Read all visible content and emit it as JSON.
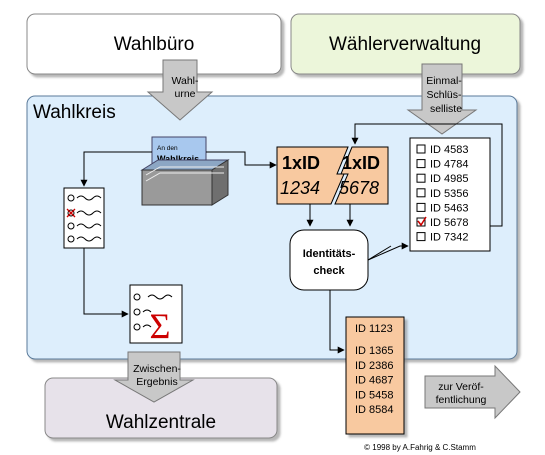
{
  "colors": {
    "wahlkreis_bg": "#ddeefc",
    "waehlerverwaltung_bg": "#ecf6da",
    "wahlzentrale_bg": "#e7e2ea",
    "id_box_bg": "#f8c9a0",
    "list_bg": "#ffffff",
    "checkmark_accent": "#cc0000",
    "arrow_fill": "#c8c8c8"
  },
  "boxes": {
    "wahlbuero": "Wahlbüro",
    "waehlerverwaltung": "Wählerverwaltung",
    "wahlkreis": "Wahlkreis",
    "wahlzentrale": "Wahlzentrale"
  },
  "arrows": {
    "wahlurne": [
      "Wahl-",
      "urne"
    ],
    "schluesselliste": [
      "Einmal-",
      "Schlüs-",
      "selliste"
    ],
    "zwischenergebnis": [
      "Zwischen-",
      "Ergebnis"
    ],
    "veroeffentlichung": [
      "zur Veröf-",
      "fentlichung"
    ]
  },
  "envelope": {
    "line1": "An den",
    "line2": "Wahlkreis"
  },
  "id_token": {
    "top_left": "1xID",
    "top_right": "1xID",
    "bottom_left": "1234",
    "bottom_right": "5678"
  },
  "identity_check": [
    "Identitäts-",
    "check"
  ],
  "key_list": [
    {
      "id": "ID 4583",
      "checked": false
    },
    {
      "id": "ID 4784",
      "checked": false
    },
    {
      "id": "ID 4985",
      "checked": false
    },
    {
      "id": "ID 5356",
      "checked": false
    },
    {
      "id": "ID 5463",
      "checked": false
    },
    {
      "id": "ID 5678",
      "checked": true
    },
    {
      "id": "ID 7342",
      "checked": false
    }
  ],
  "result_ids": [
    "ID 1123",
    "ID 1365",
    "ID 2386",
    "ID 4687",
    "ID 5458",
    "ID 8584"
  ],
  "sum_symbol": "Σ",
  "copyright": "© 1998 by A.Fahrig & C.Stamm"
}
